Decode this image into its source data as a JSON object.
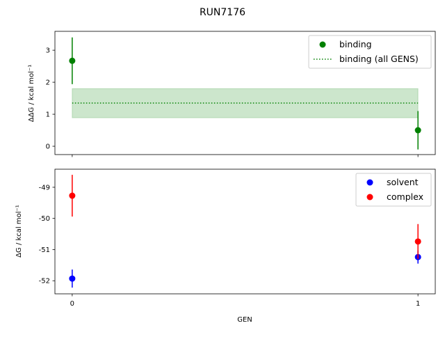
{
  "chart_data": [
    {
      "type": "scatter",
      "title": "RUN7176",
      "xlabel": "",
      "ylabel": "ΔΔG / kcal mol⁻¹",
      "xlim": [
        -0.05,
        1.05
      ],
      "ylim": [
        -0.26,
        3.59
      ],
      "yticks": [
        "0",
        "1",
        "2",
        "3"
      ],
      "grid": false,
      "legend": "top-right",
      "series": [
        {
          "name": "binding",
          "color": "#008000",
          "x": [
            0,
            1
          ],
          "y": [
            2.67,
            0.5
          ],
          "yerr": [
            0.73,
            0.6
          ]
        }
      ],
      "band": {
        "name": "binding (all GENS)",
        "color": "#008000",
        "x": [
          0,
          1
        ],
        "y": 1.35,
        "low": 0.89,
        "high": 1.8
      }
    },
    {
      "type": "scatter",
      "xlabel": "GEN",
      "ylabel": "ΔG / kcal mol⁻¹",
      "xlim": [
        -0.05,
        1.05
      ],
      "ylim": [
        -52.42,
        -48.42
      ],
      "xticks": [
        "0",
        "1"
      ],
      "yticks": [
        "-52",
        "-51",
        "-50",
        "-49"
      ],
      "grid": false,
      "legend": "top-right",
      "series": [
        {
          "name": "solvent",
          "color": "#0000ff",
          "x": [
            0,
            1
          ],
          "y": [
            -51.93,
            -51.24
          ],
          "yerr": [
            0.29,
            0.21
          ]
        },
        {
          "name": "complex",
          "color": "#ff0000",
          "x": [
            0,
            1
          ],
          "y": [
            -49.27,
            -50.74
          ],
          "yerr": [
            0.67,
            0.56
          ]
        }
      ]
    }
  ]
}
